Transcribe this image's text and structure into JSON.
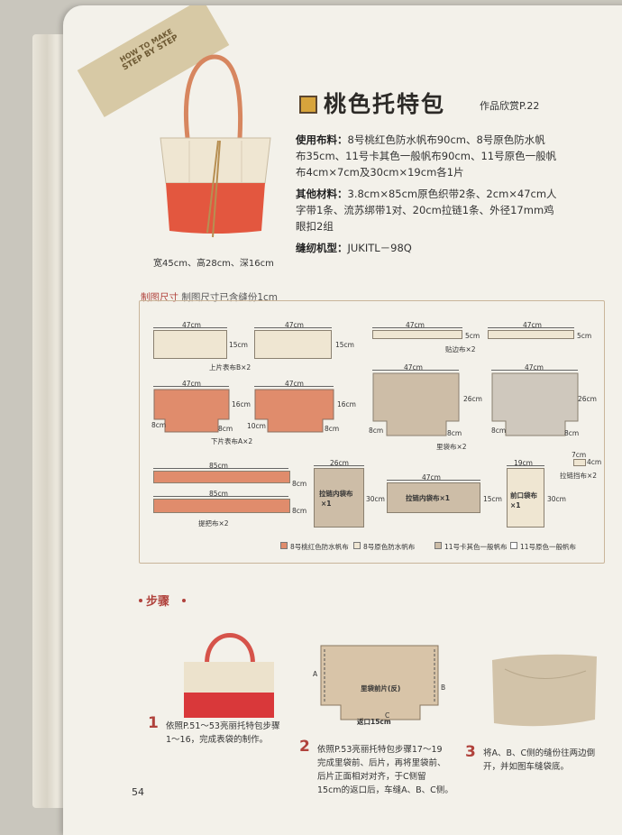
{
  "page": {
    "banner_top": "HOW TO MAKE",
    "banner_bottom": "STEP BY STEP",
    "title": "桃色托特包",
    "title_ref": "作品欣赏P.22",
    "spec": {
      "fabric_label": "使用布料：",
      "fabric_line1": "8号桃红色防水帆布90cm、8号原色防水帆",
      "fabric_line2": "布35cm、11号卡其色一般帆布90cm、11号原色一般帆",
      "fabric_line3": "布4cm×7cm及30cm×19cm各1片",
      "other_label": "其他材料：",
      "other_line1": "3.8cm×85cm原色织带2条、2cm×47cm人",
      "other_line2": "字带1条、流苏绑带1对、20cm拉链1条、外径17mm鸡",
      "other_line3": "眼扣2组",
      "machine_label": "缝纫机型：",
      "machine_value": "JUKITL－98Q"
    },
    "product_dims": "宽45cm、高28cm、深16cm",
    "section_label": "制图尺寸",
    "section_note": "制图尺寸已含缝份1cm",
    "pieces": {
      "w47": "47cm",
      "h15": "15cm",
      "h16": "16cm",
      "h26": "26cm",
      "h5": "5cm",
      "h8": "8cm",
      "h10": "10cm",
      "w85": "85cm",
      "w26": "26cm",
      "h30": "30cm",
      "w19": "19cm",
      "w7": "7cm",
      "h4": "4cm",
      "upper_outer": "上片表布B×2",
      "binding": "贴边布×2",
      "lower_outer": "下片表布A×2",
      "lining": "里袋布×2",
      "handle": "提把布×2",
      "zip_lining1": "拉链内袋布",
      "zip_lining1_x": "×1",
      "zip_lining2": "拉链内袋布×1",
      "front_pocket": "前口袋布",
      "front_pocket_x": "×1",
      "zip_tab": "拉链挡布×2"
    },
    "legend": [
      "8号桃红色防水帆布",
      "8号原色防水帆布",
      "11号卡其色一般帆布",
      "11号原色一般帆布"
    ],
    "steps_title": "步骤",
    "steps": [
      {
        "num": "1",
        "l1": "依照P.51～53亮丽托特包步骤",
        "l2": "1～16，完成表袋的制作。"
      },
      {
        "num": "2",
        "l1": "依照P.53亮丽托特包步骤17～19",
        "l2": "完成里袋前、后片，再将里袋前、",
        "l3": "后片正面相对对齐，于C侧留",
        "l4": "15cm的返口后，车缝A、B、C侧。"
      },
      {
        "num": "3",
        "l1": "将A、B、C侧的缝份往两边倒",
        "l2": "开，并如图车缝袋底。"
      }
    ],
    "step2_diagram": {
      "label": "里袋前片(反)",
      "opening": "返口15cm",
      "a": "A",
      "b": "B",
      "c": "C"
    },
    "page_number": "54",
    "colors": {
      "accent": "#b0423c",
      "salmon": "#e08c6c",
      "cream": "#efe6d2",
      "tan": "#cdbda7"
    }
  }
}
